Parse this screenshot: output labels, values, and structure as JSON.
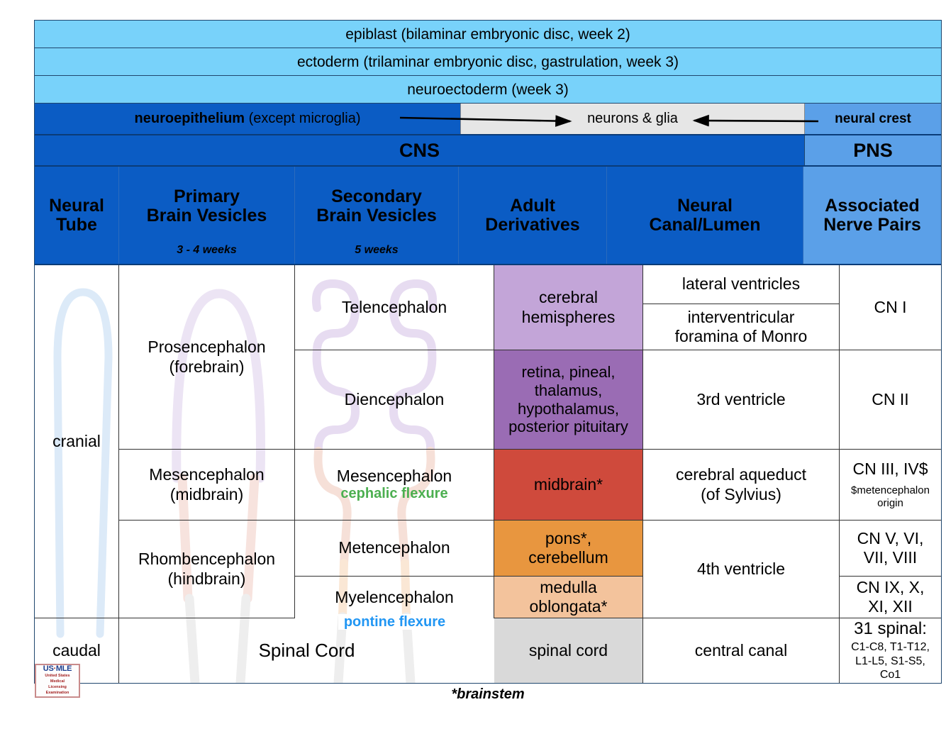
{
  "banners": [
    "epiblast (bilaminar embryonic disc, week 2)",
    "ectoderm (trilaminar embryonic disc, gastrulation, week 3)",
    "neuroectoderm (week 3)"
  ],
  "lineage_row": {
    "neuroepithelium_bold": "neuroepithelium",
    "neuroepithelium_rest": " (except microglia)",
    "middle": "neurons & glia",
    "neural_crest": "neural crest"
  },
  "system_row": {
    "cns": "CNS",
    "pns": "PNS"
  },
  "columns": [
    {
      "title_line1": "Neural",
      "title_line2": "Tube",
      "sub": ""
    },
    {
      "title_line1": "Primary",
      "title_line2": "Brain Vesicles",
      "sub": "3 - 4 weeks"
    },
    {
      "title_line1": "Secondary",
      "title_line2": "Brain Vesicles",
      "sub": "5 weeks"
    },
    {
      "title_line1": "Adult",
      "title_line2": "Derivatives",
      "sub": ""
    },
    {
      "title_line1": "Neural",
      "title_line2": "Canal/Lumen",
      "sub": ""
    },
    {
      "title_line1": "Associated",
      "title_line2": "Nerve Pairs",
      "sub": ""
    }
  ],
  "neural_tube": {
    "cranial": "cranial",
    "caudal": "caudal"
  },
  "primary_vesicles": [
    "Prosencephalon\n(forebrain)",
    "Mesencephalon\n(midbrain)",
    "Rhombencephalon\n(hindbrain)",
    "Spinal Cord"
  ],
  "primary_vesicles_cells": [
    {
      "line1": "Prosencephalon",
      "line2": "(forebrain)"
    },
    {
      "line1": "Mesencephalon",
      "line2": "(midbrain)"
    },
    {
      "line1": "Rhombencephalon",
      "line2": "(hindbrain)"
    },
    {
      "line1": "Spinal Cord",
      "line2": ""
    }
  ],
  "secondary_vesicles": [
    {
      "name": "Telencephalon",
      "flexure": "",
      "flexure_color": ""
    },
    {
      "name": "Diencephalon",
      "flexure": "",
      "flexure_color": ""
    },
    {
      "name": "Mesencephalon",
      "flexure": "cephalic flexure",
      "flexure_color": "#4caf50"
    },
    {
      "name": "Metencephalon",
      "flexure": "",
      "flexure_color": ""
    },
    {
      "name": "Myelencephalon",
      "flexure": "pontine flexure",
      "flexure_color": "#2196f3"
    }
  ],
  "adult_derivatives": [
    {
      "text": "cerebral\nhemispheres",
      "line1": "cerebral",
      "line2": "hemispheres",
      "color": "#c3a5d8"
    },
    {
      "text": "retina, pineal, thalamus, hypothalamus, posterior pituitary",
      "lines": [
        "retina, pineal,",
        "thalamus,",
        "hypothalamus,",
        "posterior pituitary"
      ],
      "color": "#9a6cb4"
    },
    {
      "text": "midbrain*",
      "lines": [
        "midbrain*"
      ],
      "color": "#cf4a3c"
    },
    {
      "text": "pons*, cerebellum",
      "lines": [
        "pons*,",
        "cerebellum"
      ],
      "color": "#e8963f"
    },
    {
      "text": "medulla oblongata*",
      "lines": [
        "medulla",
        "oblongata*"
      ],
      "color": "#f3c39c"
    },
    {
      "text": "spinal cord",
      "lines": [
        "spinal cord"
      ],
      "color": "#d9d9d9"
    }
  ],
  "neural_canal": [
    {
      "lines": [
        "lateral ventricles"
      ]
    },
    {
      "lines": [
        "interventricular",
        "foramina of Monro"
      ]
    },
    {
      "lines": [
        "3rd ventricle"
      ]
    },
    {
      "lines": [
        "cerebral aqueduct",
        "(of Sylvius)"
      ]
    },
    {
      "lines": [
        "4th ventricle"
      ]
    },
    {
      "lines": [
        "central canal"
      ]
    }
  ],
  "nerve_pairs": [
    {
      "main": "CN I",
      "note": ""
    },
    {
      "main": "CN II",
      "note": ""
    },
    {
      "main": "CN III, IV$",
      "note": "$metencephalon origin"
    },
    {
      "main_lines": [
        "CN V, VI,",
        "VII, VIII"
      ],
      "note": ""
    },
    {
      "main_lines": [
        "CN IX, X,",
        "XI, XII"
      ],
      "note": ""
    },
    {
      "main": "31 spinal:",
      "note_lines": [
        "C1-C8, T1-T12,",
        "L1-L5, S1-S5, Co1"
      ]
    }
  ],
  "footnote": "*brainstem",
  "logo": {
    "us": "US",
    "dot": "·",
    "mle": "MLE",
    "line2": "United States",
    "line3": "Medical",
    "line4": "Licensing",
    "line5": "Examination"
  },
  "colors": {
    "banner_blue": "#78d2fa",
    "dark_blue": "#0b5cc4",
    "pns_blue": "#5ba0e8",
    "grey_cell": "#e6e6e6",
    "purple_light": "#c3a5d8",
    "purple_dark": "#9a6cb4",
    "red": "#cf4a3c",
    "orange": "#e8963f",
    "peach": "#f3c39c",
    "grey": "#d9d9d9",
    "green_text": "#4caf50",
    "blue_text": "#2196f3"
  }
}
